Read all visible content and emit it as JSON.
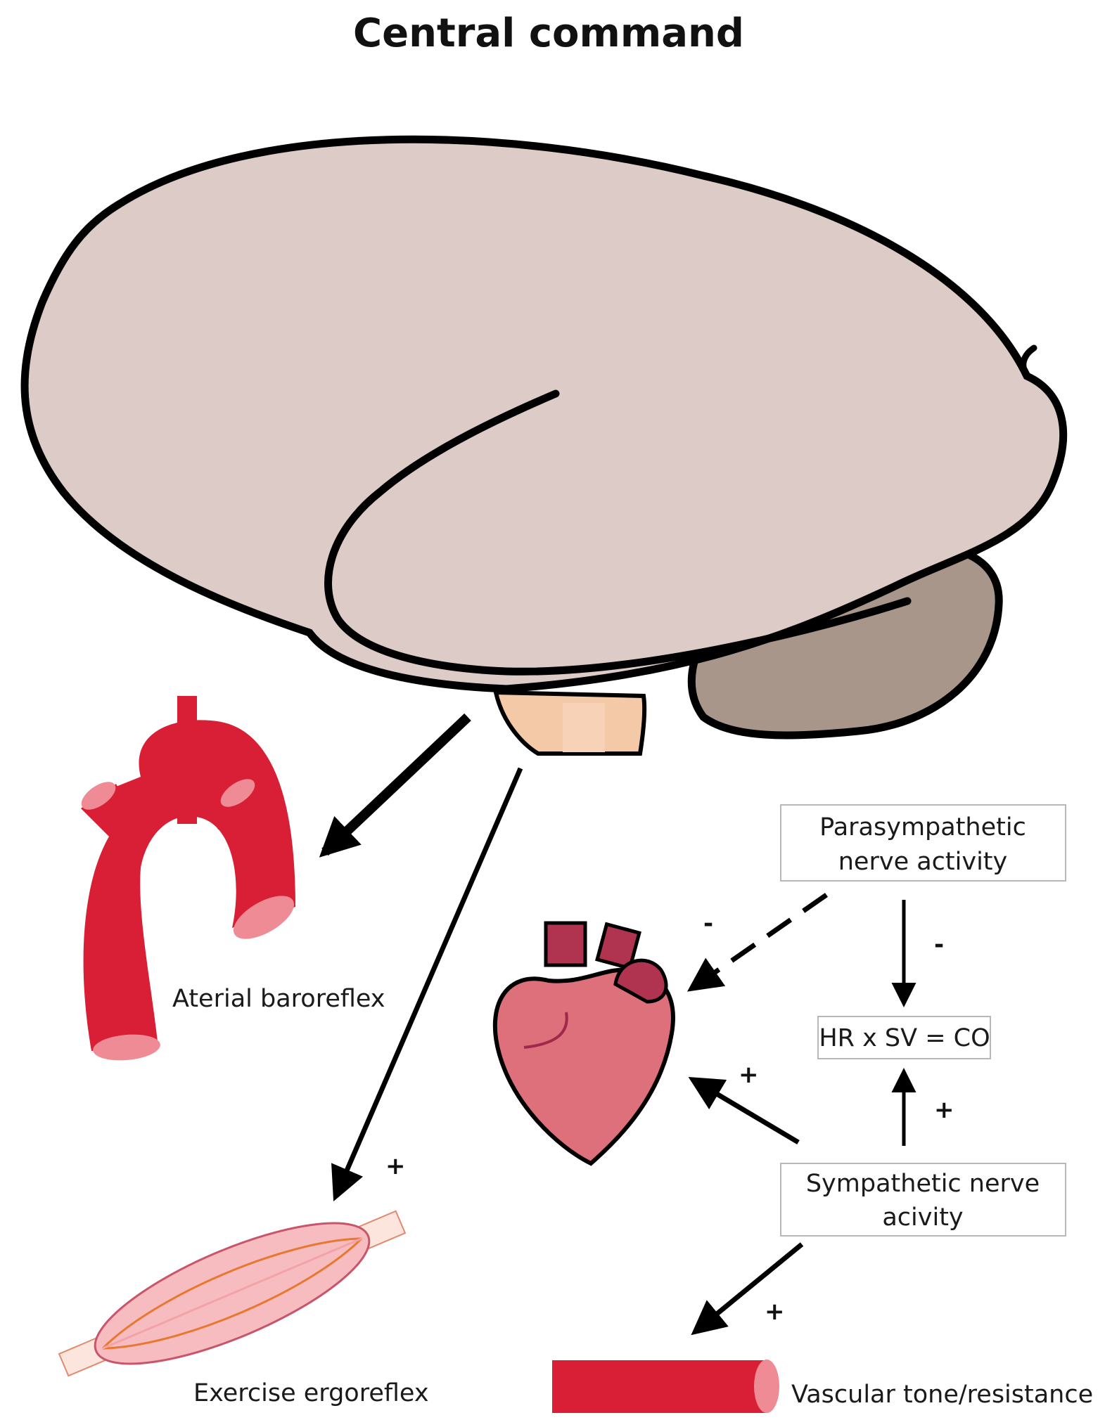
{
  "title": "Central command",
  "labels": {
    "baroreflex": "Aterial baroreflex",
    "ergoreflex": "Exercise ergoreflex",
    "vascular": "Vascular tone/resistance"
  },
  "boxes": {
    "parasympathetic": [
      "Parasympathetic",
      "nerve activity"
    ],
    "cardiac_output": "HR x SV = CO",
    "sympathetic": [
      "Sympathetic nerve",
      "acivity"
    ]
  },
  "signs": {
    "para_to_heart": "-",
    "para_to_co": "-",
    "symp_to_heart": "+",
    "symp_to_co": "+",
    "brain_to_muscle": "+",
    "symp_to_vessel": "+"
  },
  "colors": {
    "brain": "#dccbc7",
    "cerebellum": "#a8968a",
    "brainstem": "#f4c9a8",
    "artery": "#d81f35",
    "heart": "#dd707a",
    "heart_vessels": "#b0344f",
    "muscle": "#f6bcbf"
  }
}
